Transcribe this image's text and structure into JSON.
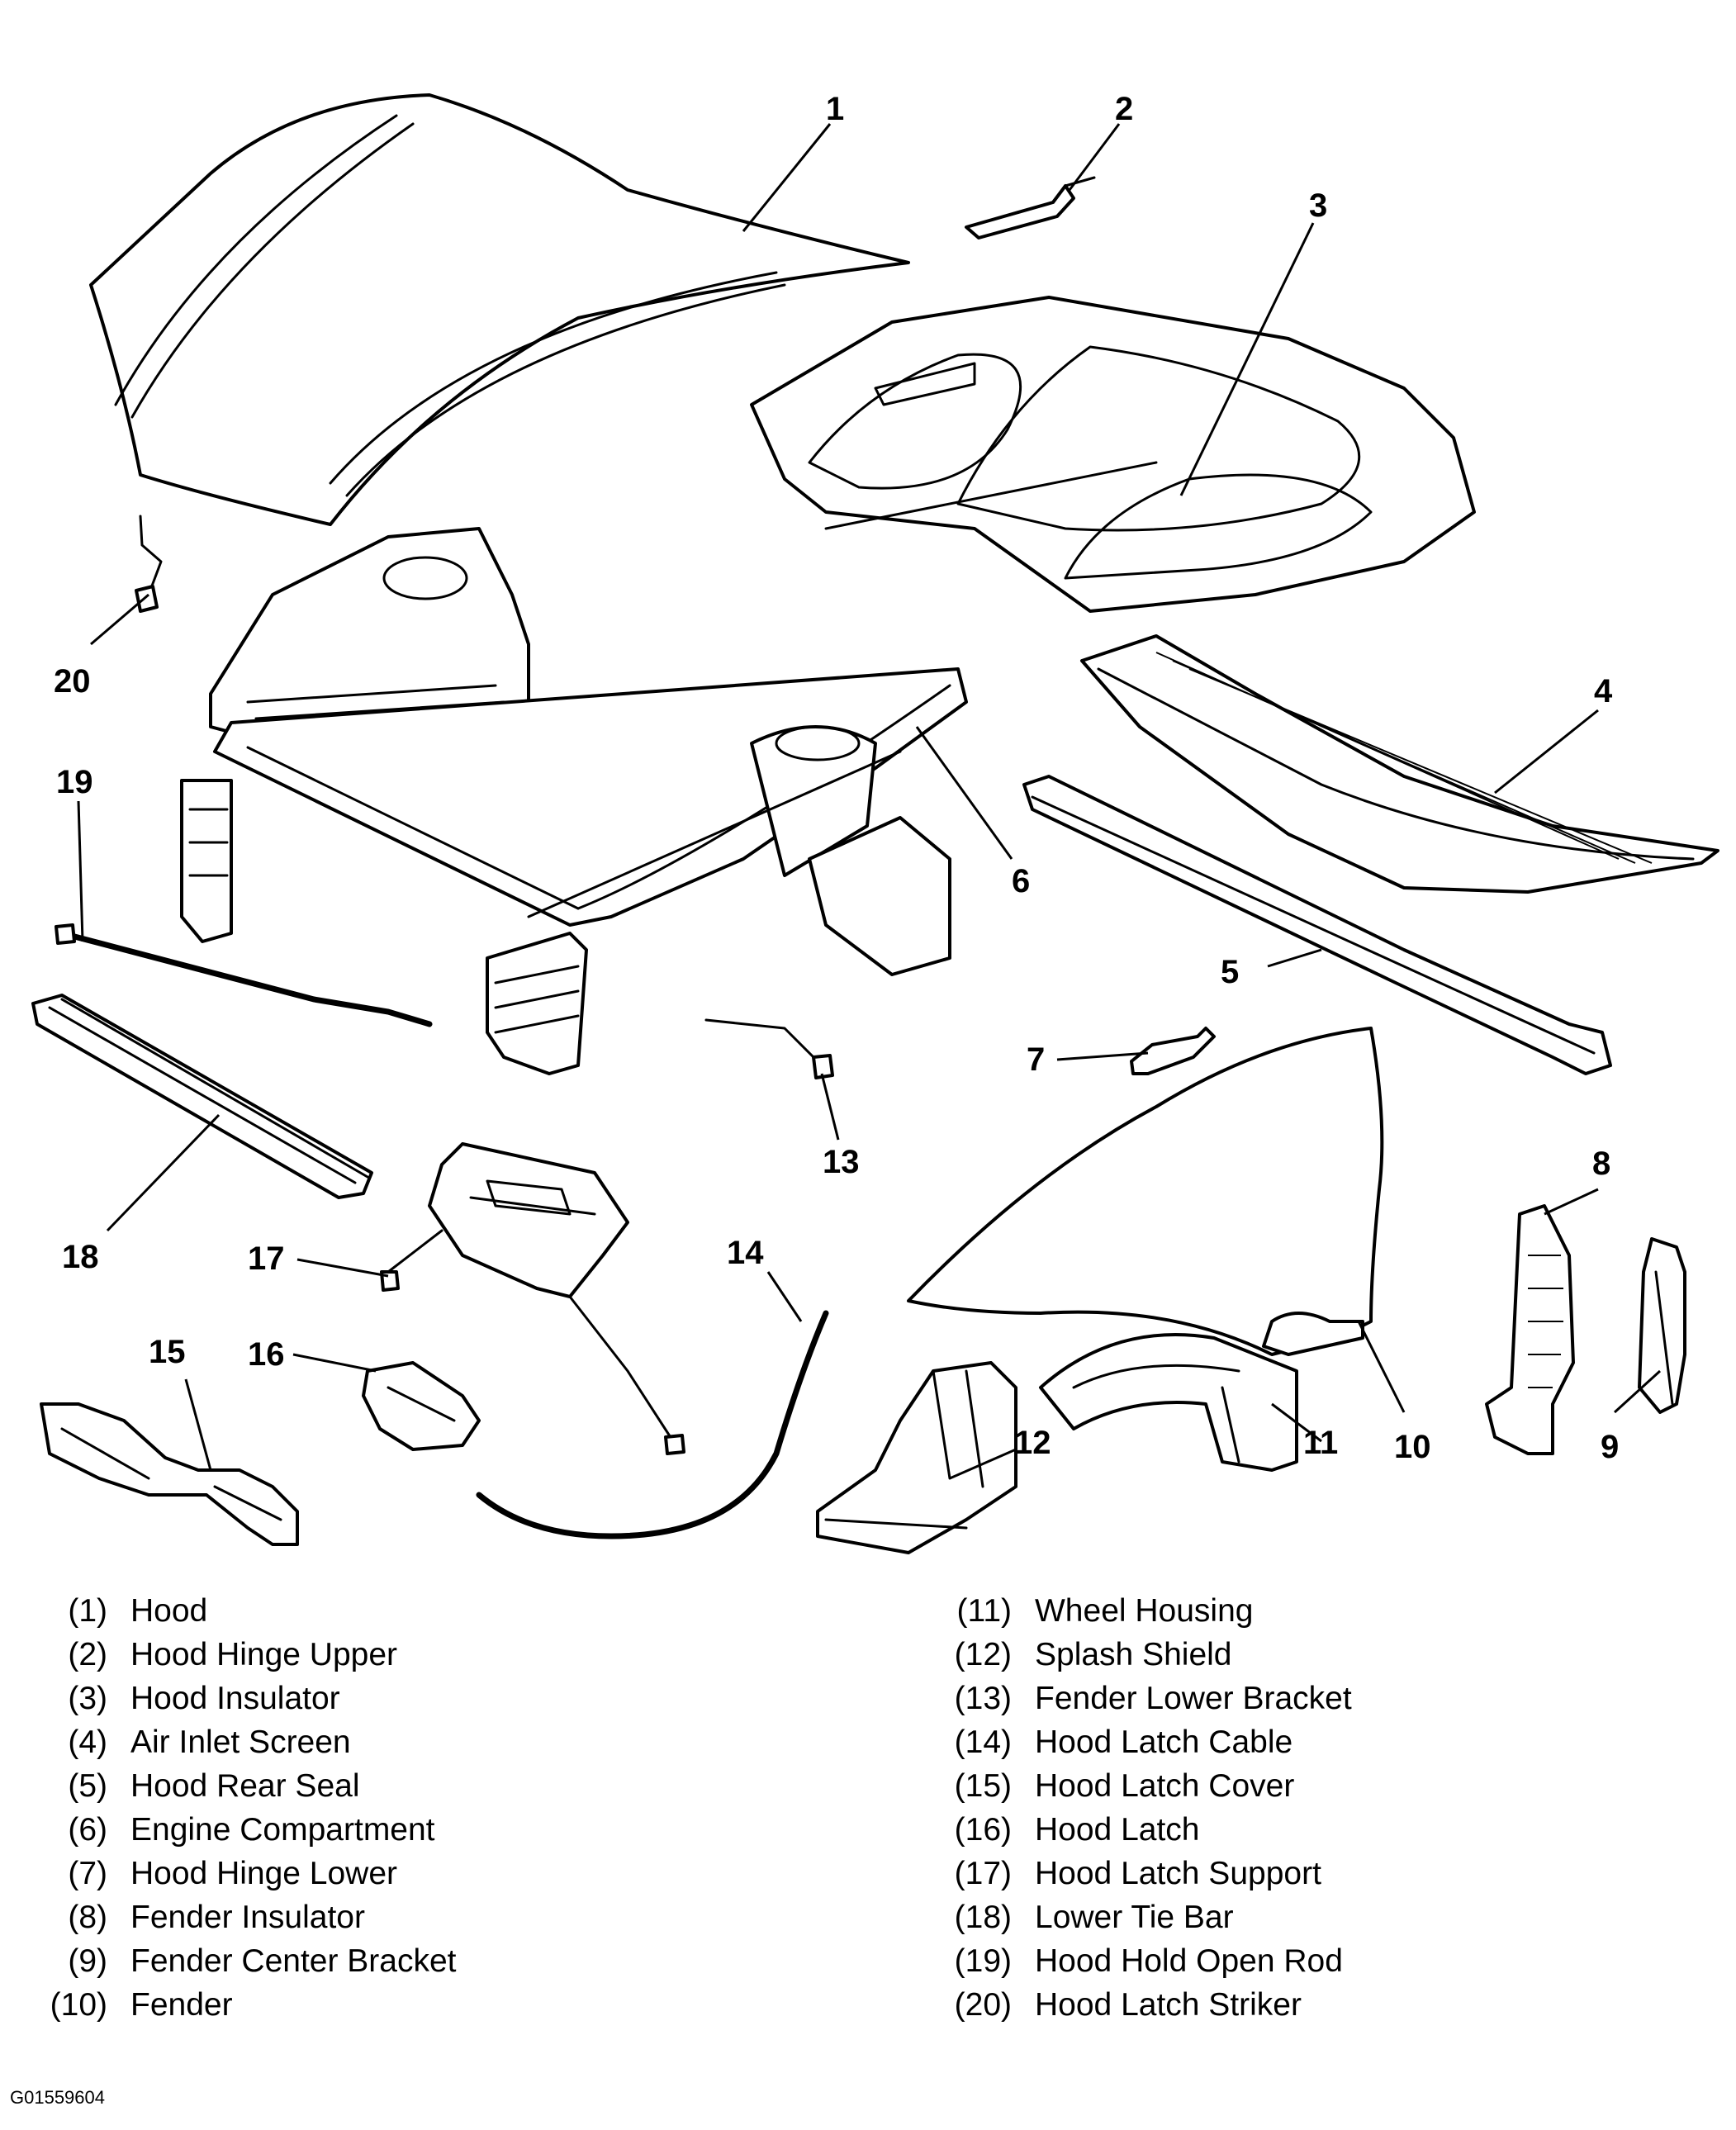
{
  "callout_numbers": [
    "1",
    "2",
    "3",
    "4",
    "5",
    "6",
    "7",
    "8",
    "9",
    "10",
    "11",
    "12",
    "13",
    "14",
    "15",
    "16",
    "17",
    "18",
    "19",
    "20"
  ],
  "legend": [
    {
      "num": "(1)",
      "label": "Hood"
    },
    {
      "num": "(2)",
      "label": "Hood Hinge Upper"
    },
    {
      "num": "(3)",
      "label": "Hood Insulator"
    },
    {
      "num": "(4)",
      "label": "Air Inlet Screen"
    },
    {
      "num": "(5)",
      "label": "Hood Rear Seal"
    },
    {
      "num": "(6)",
      "label": "Engine Compartment"
    },
    {
      "num": "(7)",
      "label": "Hood Hinge Lower"
    },
    {
      "num": "(8)",
      "label": "Fender Insulator"
    },
    {
      "num": "(9)",
      "label": "Fender Center Bracket"
    },
    {
      "num": "(10)",
      "label": "Fender"
    },
    {
      "num": "(11)",
      "label": "Wheel Housing"
    },
    {
      "num": "(12)",
      "label": "Splash Shield"
    },
    {
      "num": "(13)",
      "label": "Fender Lower Bracket"
    },
    {
      "num": "(14)",
      "label": "Hood Latch Cable"
    },
    {
      "num": "(15)",
      "label": "Hood Latch Cover"
    },
    {
      "num": "(16)",
      "label": "Hood Latch"
    },
    {
      "num": "(17)",
      "label": "Hood Latch Support"
    },
    {
      "num": "(18)",
      "label": "Lower Tie Bar"
    },
    {
      "num": "(19)",
      "label": "Hood Hold Open Rod"
    },
    {
      "num": "(20)",
      "label": "Hood Latch Striker"
    }
  ],
  "figure_code": "G01559604"
}
